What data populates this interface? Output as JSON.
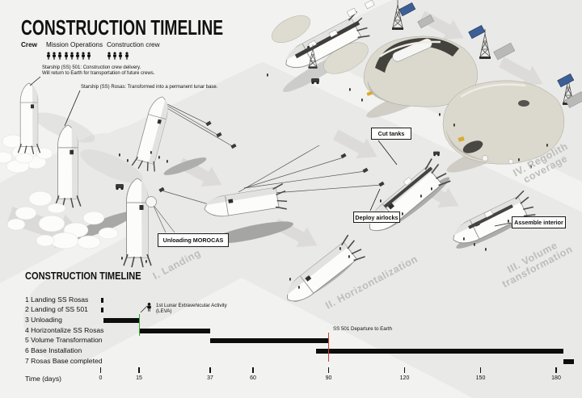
{
  "title": "CONSTRUCTION TIMELINE",
  "legend": {
    "crew_label": "Crew",
    "groups": [
      {
        "label": "Mission Operations",
        "count": 8
      },
      {
        "label": "Construction crew",
        "count": 4
      }
    ]
  },
  "annotations": [
    {
      "lines": [
        "Starship (SS) 501: Construction crew delivery.",
        "Will return to Earth for transportation of future crews."
      ]
    },
    {
      "lines": [
        "Starship (SS) Rosas: Transformed into a permanent lunar base."
      ]
    }
  ],
  "callouts": [
    {
      "label": "Unloading MOROCAS"
    },
    {
      "label": "Cut tanks"
    },
    {
      "label": "Deploy airlocks"
    },
    {
      "label": "Assemble interior"
    }
  ],
  "phases": [
    {
      "lines": [
        "I. Landing"
      ]
    },
    {
      "lines": [
        "II. Horizontalization"
      ]
    },
    {
      "lines": [
        "III. Volume",
        "transformation"
      ]
    },
    {
      "lines": [
        "IV. Regolith",
        "coverage"
      ]
    }
  ],
  "gantt": {
    "heading": "CONSTRUCTION TIMELINE",
    "axis_label": "Time (days)",
    "ticks": [
      0,
      15,
      37,
      60,
      90,
      120,
      150,
      180
    ],
    "tasks": [
      {
        "name": "1 Landing SS Rosas",
        "start": 0,
        "end": 1
      },
      {
        "name": "2 Landing of SS 501",
        "start": 0,
        "end": 1
      },
      {
        "name": "3 Unloading",
        "start": 1,
        "end": 15
      },
      {
        "name": "4 Horizontalize SS Rosas",
        "start": 15,
        "end": 37
      },
      {
        "name": "5 Volume Transformation",
        "start": 37,
        "end": 90
      },
      {
        "name": "6 Base Installation",
        "start": 85,
        "end": 183
      },
      {
        "name": "7 Rosas Base completed",
        "start": 183,
        "end": 187
      }
    ],
    "milestones": [
      {
        "label": "1st Lunar Extravehicular Activity",
        "label2": "(LEVA)",
        "day": 15,
        "color": "#2fae2f"
      },
      {
        "label": "SS 501 Departure to Earth",
        "label2": "",
        "day": 90,
        "color": "#cc4433"
      }
    ]
  },
  "colors": {
    "background": "#f2f2f1",
    "band": "#e9e9e7",
    "arrow": "#dcdbd9",
    "dome_tan": "#dbd8ce",
    "solar_panel_blue": "#3c5f95",
    "excavator_yellow": "#d9aa2e",
    "leva_green": "#2fae2f",
    "departure_red": "#cc4433"
  }
}
